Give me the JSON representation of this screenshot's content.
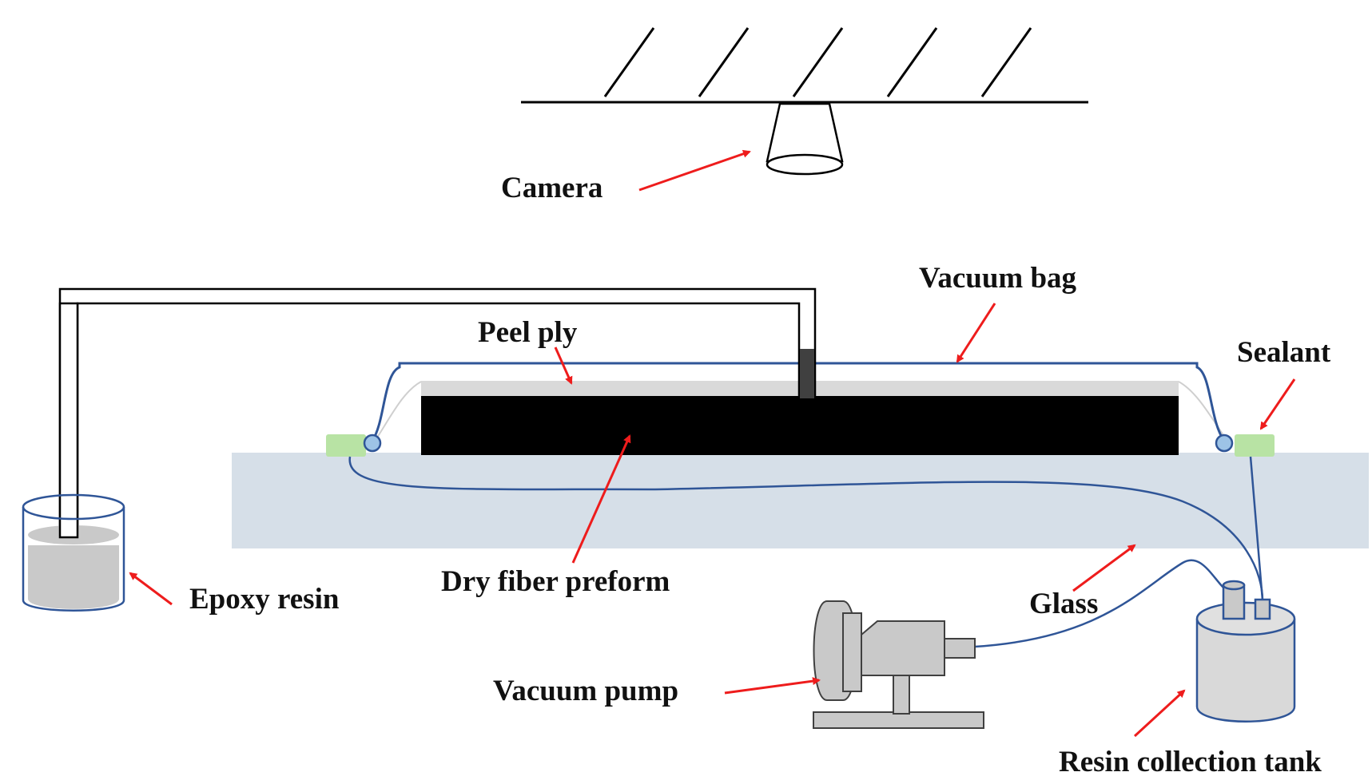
{
  "labels": {
    "camera": "Camera",
    "vacuum_bag": "Vacuum bag",
    "peel_ply": "Peel ply",
    "sealant": "Sealant",
    "epoxy_resin": "Epoxy resin",
    "dry_fiber_preform": "Dry fiber preform",
    "glass": "Glass",
    "vacuum_pump": "Vacuum pump",
    "resin_collection_tank": "Resin collection tank"
  },
  "colors": {
    "arrow": "#ee1c1c",
    "tube": "#2f5597",
    "glass_plate": "#d6dfe8",
    "preform": "#000000",
    "peel_ply": "#d9d9d9",
    "sealant": "#b8e3a4",
    "resin": "#c9c9c9",
    "equipment": "#cccccc"
  }
}
